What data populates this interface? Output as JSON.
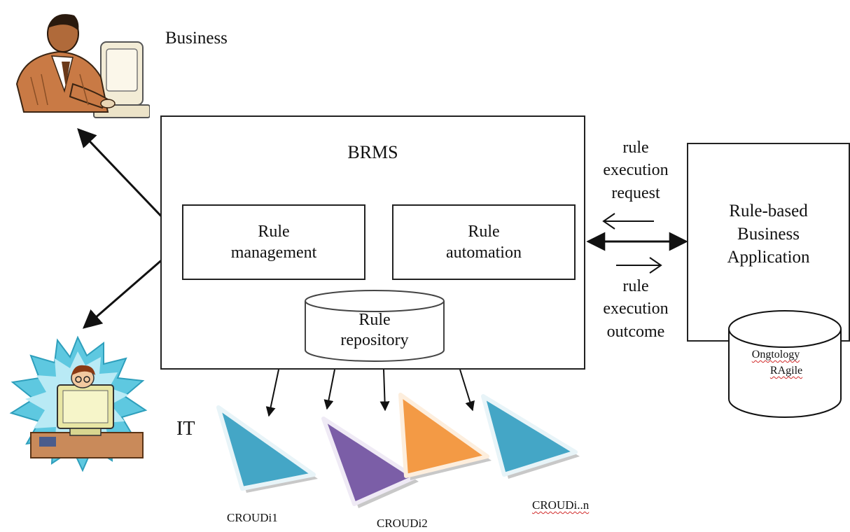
{
  "actors": {
    "business_label": "Business",
    "it_label": "IT"
  },
  "brms": {
    "title": "BRMS",
    "rule_management": "Rule\nmanagement",
    "rule_automation": "Rule\nautomation",
    "rule_repository": "Rule\nrepository"
  },
  "application": {
    "title": "Rule-based\nBusiness\nApplication",
    "db_line1": "Ongtology",
    "db_line2": "RAgile"
  },
  "messages": {
    "request": "rule\nexecution\nrequest",
    "outcome": "rule\nexecution\noutcome"
  },
  "crowds": [
    {
      "label": "CROUDi1",
      "color": "#44a6c6"
    },
    {
      "label": "CROUDi2",
      "color": "#7b5ea7"
    },
    {
      "label": "",
      "color": "#f39a45"
    },
    {
      "label": "CROUDi..n",
      "color": "#44a6c6"
    }
  ],
  "colors": {
    "business_suit": "#c97a45",
    "it_burst": "#5ec8e0",
    "it_desk": "#c98a5a"
  }
}
